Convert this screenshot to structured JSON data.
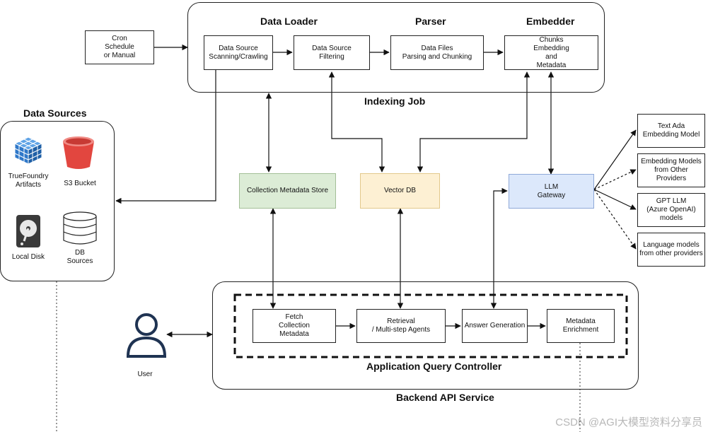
{
  "indexing": {
    "title": "Indexing Job",
    "headers": {
      "loader": "Data Loader",
      "parser": "Parser",
      "embedder": "Embedder"
    },
    "trigger": "Cron\nSchedule\nor Manual",
    "steps": {
      "scan": "Data Source\nScanning/Crawling",
      "filter": "Data Source\nFiltering",
      "parse": "Data Files\nParsing and Chunking",
      "embed": "Chunks\nEmbedding\nand\nMetadata"
    }
  },
  "data_sources": {
    "title": "Data Sources",
    "items": {
      "truefoundry": "TrueFoundry\nArtifacts",
      "s3": "S3 Bucket",
      "disk": "Local Disk",
      "db": "DB\nSources"
    }
  },
  "stores": {
    "metadata": "Collection Metadata Store",
    "vector": "Vector DB",
    "gateway": "LLM\nGateway"
  },
  "models": {
    "text_ada": "Text Ada\nEmbedding Model",
    "embedding_other": "Embedding Models\nfrom Other Providers",
    "gpt": "GPT LLM\n(Azure OpenAI)\nmodels",
    "language_other": "Language models\nfrom other providers"
  },
  "backend": {
    "service_title": "Backend API Service",
    "controller_title": "Application Query Controller",
    "steps": {
      "fetch": "Fetch\nCollection\nMetadata",
      "retrieval": "Retrieval\n/ Multi-step Agents",
      "answer": "Answer Generation",
      "enrich": "Metadata\nEnrichment"
    }
  },
  "user": {
    "label": "User"
  },
  "watermark": "CSDN @AGI大模型资料分享员",
  "colors": {
    "metadata_fill": "#dcecd6",
    "vector_fill": "#fdf0d3",
    "gateway_fill": "#dce8fb",
    "s3_red": "#e2463f",
    "truefoundry_blue": "#2f78c9"
  }
}
